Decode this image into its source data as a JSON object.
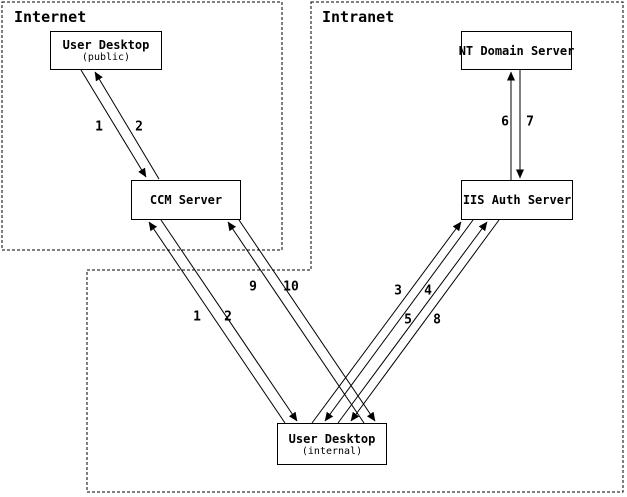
{
  "page": {
    "background_color": "#ffffff",
    "ink_color": "#000000"
  },
  "diagram": {
    "zones": [
      {
        "id": "internet",
        "label": "Internet"
      },
      {
        "id": "intranet",
        "label": "Intranet"
      }
    ],
    "nodes": [
      {
        "id": "user-desktop-public",
        "title": "User Desktop",
        "subtitle": "(public)"
      },
      {
        "id": "ccm-server",
        "title": "CCM Server"
      },
      {
        "id": "nt-domain-server",
        "title": "NT Domain Server"
      },
      {
        "id": "iis-auth-server",
        "title": "IIS Auth Server"
      },
      {
        "id": "user-desktop-internal",
        "title": "User Desktop",
        "subtitle": "(internal)"
      }
    ],
    "flows": [
      {
        "label": "1",
        "from": "user-desktop-public",
        "to": "ccm-server"
      },
      {
        "label": "2",
        "from": "ccm-server",
        "to": "user-desktop-public"
      },
      {
        "label": "1",
        "from": "user-desktop-internal",
        "to": "ccm-server"
      },
      {
        "label": "2",
        "from": "ccm-server",
        "to": "user-desktop-internal"
      },
      {
        "label": "9",
        "from": "user-desktop-internal",
        "to": "ccm-server"
      },
      {
        "label": "10",
        "from": "ccm-server",
        "to": "user-desktop-internal"
      },
      {
        "label": "3",
        "from": "user-desktop-internal",
        "to": "iis-auth-server"
      },
      {
        "label": "4",
        "from": "iis-auth-server",
        "to": "user-desktop-internal"
      },
      {
        "label": "5",
        "from": "user-desktop-internal",
        "to": "iis-auth-server"
      },
      {
        "label": "8",
        "from": "iis-auth-server",
        "to": "user-desktop-internal"
      },
      {
        "label": "6",
        "from": "iis-auth-server",
        "to": "nt-domain-server"
      },
      {
        "label": "7",
        "from": "nt-domain-server",
        "to": "iis-auth-server"
      }
    ]
  }
}
